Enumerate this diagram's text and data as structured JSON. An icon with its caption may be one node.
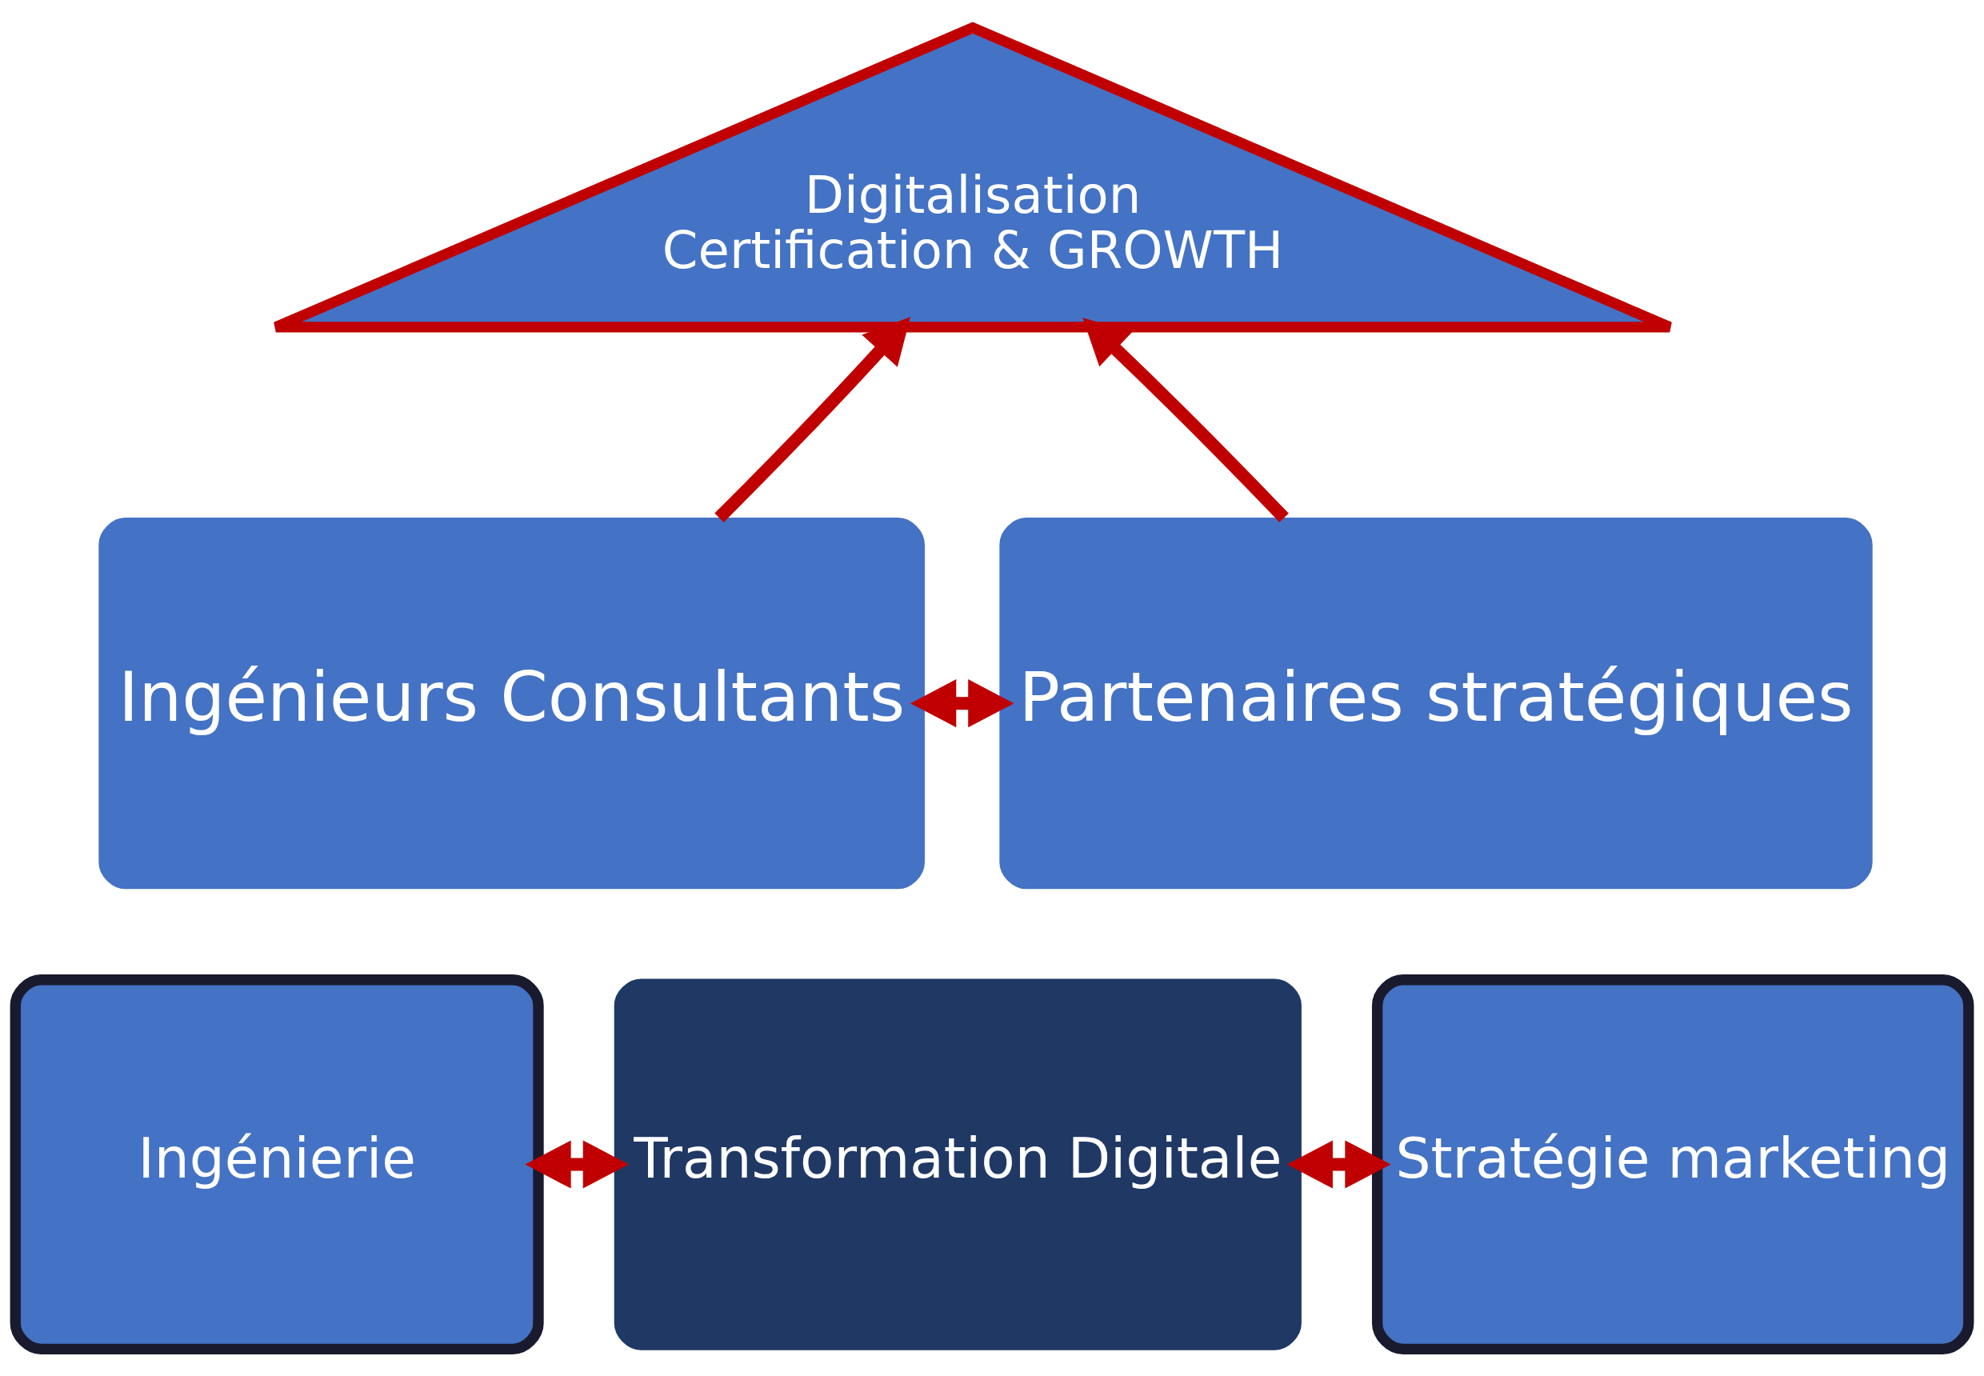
{
  "diagram": {
    "nodes": [
      {
        "text": [
          "Digitalisation",
          "Certification & GROWTH"
        ]
      },
      {
        "text": [
          "Ingénieurs Consultants"
        ]
      },
      {
        "text": [
          "Partenaires stratégiques"
        ]
      },
      {
        "text": [
          "Ingénierie"
        ]
      },
      {
        "text": [
          "Transformation Digitale"
        ]
      },
      {
        "text": [
          "Stratégie marketing"
        ]
      }
    ],
    "edges": [
      {
        "from": 1,
        "to": 2,
        "arrow": "both"
      },
      {
        "from": 1,
        "to": 0,
        "arrow": "to"
      },
      {
        "from": 2,
        "to": 0,
        "arrow": "to"
      },
      {
        "from": 3,
        "to": 4,
        "arrow": "both"
      },
      {
        "from": 4,
        "to": 5,
        "arrow": "both"
      }
    ]
  }
}
